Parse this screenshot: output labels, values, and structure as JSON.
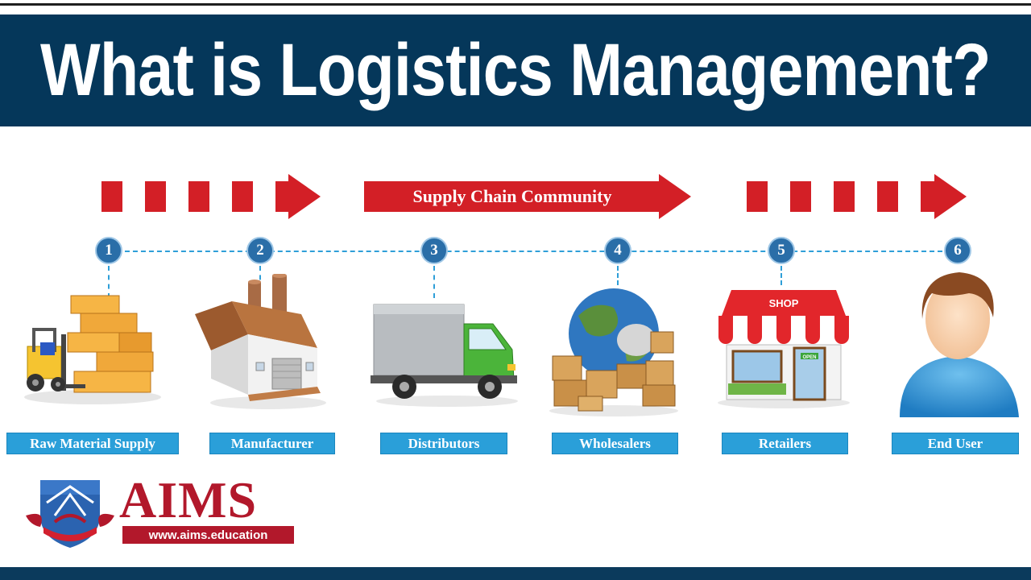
{
  "title": "What is Logistics Management?",
  "flow_label": "Supply Chain Community",
  "steps": [
    {
      "number": "1",
      "label": "Raw Material Supply",
      "icon": "forklift-boxes-icon"
    },
    {
      "number": "2",
      "label": "Manufacturer",
      "icon": "factory-icon"
    },
    {
      "number": "3",
      "label": "Distributors",
      "icon": "truck-icon"
    },
    {
      "number": "4",
      "label": "Wholesalers",
      "icon": "globe-boxes-icon"
    },
    {
      "number": "5",
      "label": "Retailers",
      "icon": "shop-icon"
    },
    {
      "number": "6",
      "label": "End User",
      "icon": "user-icon"
    }
  ],
  "shop_sign": "SHOP",
  "open_sign": "OPEN",
  "logo": {
    "name": "AIMS",
    "url": "www.aims.education",
    "icon": "aims-crest-icon"
  },
  "colors": {
    "banner": "#05375a",
    "arrow": "#d31f26",
    "connector": "#2f9fd8",
    "label_box": "#2a9fd9",
    "node": "#2a6ea8",
    "logo": "#b2182b"
  }
}
